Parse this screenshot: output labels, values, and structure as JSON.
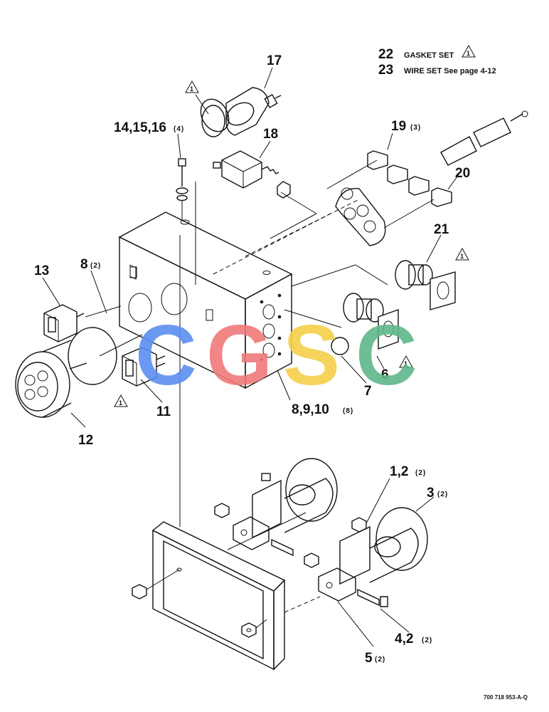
{
  "legend": {
    "row1": {
      "num": "22",
      "text": "GASKET SET",
      "note": "1"
    },
    "row2": {
      "num": "23",
      "text": "WIRE SET See page 4-12"
    }
  },
  "callouts": {
    "c17": {
      "label": "17",
      "qty": ""
    },
    "c18": {
      "label": "18",
      "qty": ""
    },
    "c14": {
      "label": "14,15,16",
      "qty": "(4)"
    },
    "c19": {
      "label": "19",
      "qty": "(3)"
    },
    "c20": {
      "label": "20",
      "qty": ""
    },
    "c21": {
      "label": "21",
      "qty": ""
    },
    "c13": {
      "label": "13",
      "qty": ""
    },
    "c8": {
      "label": "8",
      "qty": "(2)"
    },
    "c6": {
      "label": "6",
      "qty": ""
    },
    "c7": {
      "label": "7",
      "qty": ""
    },
    "c8910": {
      "label": "8,9,10",
      "qty": "(8)"
    },
    "c11": {
      "label": "11",
      "qty": ""
    },
    "c12": {
      "label": "12",
      "qty": ""
    },
    "c12b": {
      "label": "1,2",
      "qty": "(2)"
    },
    "c3": {
      "label": "3",
      "qty": "(2)"
    },
    "c42": {
      "label": "4,2",
      "qty": "(2)"
    },
    "c5": {
      "label": "5",
      "qty": "(2)"
    }
  },
  "notes": {
    "flag": "1"
  },
  "watermark": {
    "letters": [
      "C",
      "G",
      "S",
      "C"
    ],
    "colors": [
      "#5b8ff0",
      "#f07a7a",
      "#f6cf4a",
      "#5fb88a"
    ]
  },
  "drawing_number": "700 718 953-A-Q"
}
